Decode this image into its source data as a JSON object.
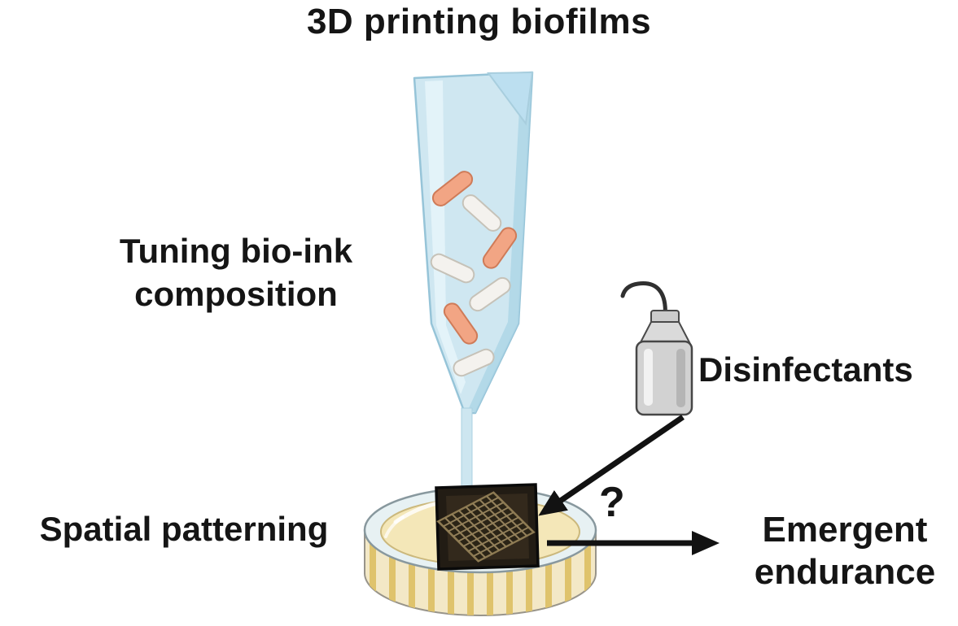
{
  "title": "3D printing biofilms",
  "labels": {
    "tuning_line1": "Tuning bio-ink",
    "tuning_line2": "composition",
    "spatial_patterning": "Spatial patterning",
    "disinfectants": "Disinfectants",
    "question_mark": "?",
    "emergent_line1": "Emergent",
    "emergent_line2": "endurance"
  },
  "icons": [
    "pipette-tip-icon",
    "bacteria-capsule-icon",
    "bio-ink-stream-icon",
    "petri-dish-icon",
    "printed-biofilm-grid-icon",
    "squeeze-bottle-icon",
    "disinfectant-arrow-icon",
    "endurance-arrow-icon"
  ],
  "colors": {
    "pipette_blue": "#cfe7f1",
    "pipette_shade": "#aed6e6",
    "bacteria_orange": "#f2a584",
    "bacteria_white": "#f4f2ee",
    "bottle_gray": "#d2d2d2",
    "agar_cream": "#f4e7b8",
    "dish_rim_blue": "#e7f1f3",
    "dish_wall_stripe": "#dfc36c",
    "plate_dark": "#221c14",
    "grid_khaki": "#93805a",
    "text": "#151515",
    "arrow": "#121212"
  }
}
